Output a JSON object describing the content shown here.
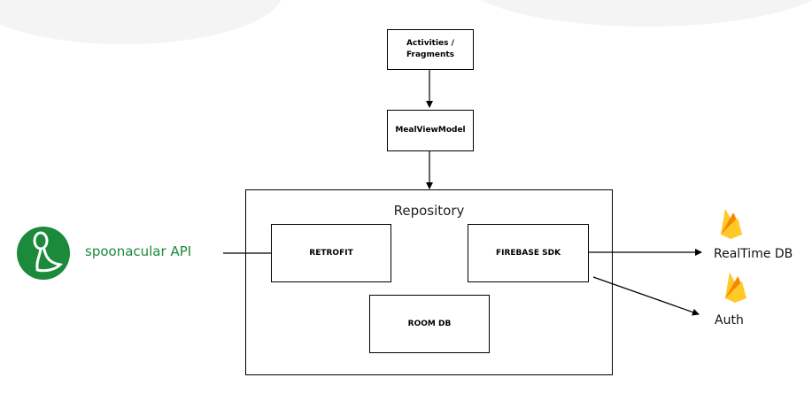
{
  "nodes": {
    "activities": "Activities /\nFragments",
    "viewmodel": "MealViewModel",
    "retrofit": "RETROFIT",
    "firebase_sdk": "FIREBASE SDK",
    "room_db": "ROOM DB"
  },
  "repository": {
    "title": "Repository"
  },
  "external": {
    "api": "spoonacular API",
    "realtime_db": "RealTime DB",
    "auth": "Auth"
  },
  "colors": {
    "api_green": "#1b8a3a",
    "firebase_yellow": "#ffca28",
    "firebase_orange": "#f57c00"
  },
  "icons": {
    "api_logo": "spoonacular-logo-icon",
    "firebase": "firebase-flame-icon"
  }
}
